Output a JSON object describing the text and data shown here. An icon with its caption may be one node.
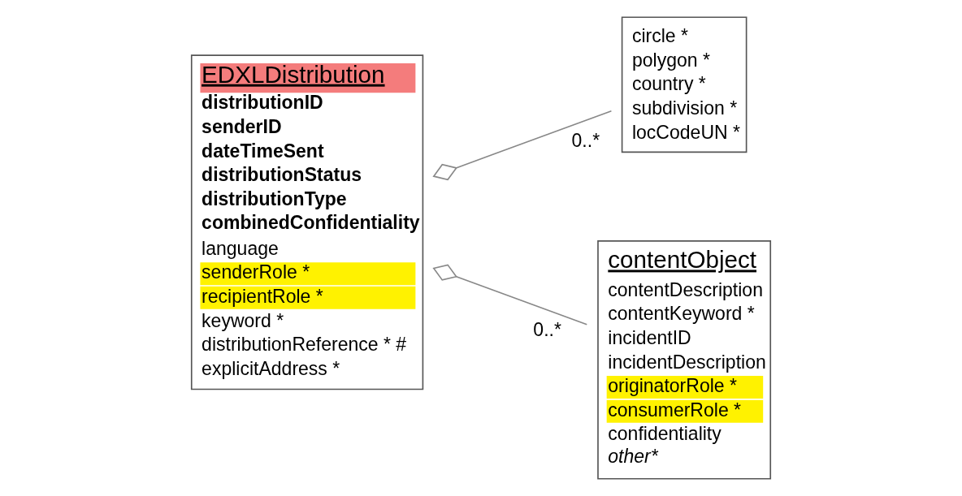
{
  "diagram": {
    "nodes": [
      {
        "text": [
          "EDXLDistribution",
          "distributionID",
          "senderID",
          "dateTimeSent",
          "distributionStatus",
          "distributionType",
          "combinedConfidentiality",
          "language",
          "senderRole *",
          "recipientRole *",
          "keyword *",
          "distributionReference * #",
          "explicitAddress *"
        ]
      },
      {
        "text": [
          "circle *",
          "polygon *",
          "country *",
          "subdivision *",
          "locCodeUN *"
        ]
      },
      {
        "text": [
          "contentObject",
          "contentDescription",
          "contentKeyword *",
          "incidentID",
          "incidentDescription",
          "originatorRole *",
          "consumerRole *",
          "confidentiality",
          "other*"
        ]
      }
    ],
    "edges": [
      {
        "from": 0,
        "to": 1,
        "arrow": "other",
        "label": "0..*"
      },
      {
        "from": 0,
        "to": 2,
        "arrow": "other",
        "label": "0..*"
      }
    ]
  }
}
